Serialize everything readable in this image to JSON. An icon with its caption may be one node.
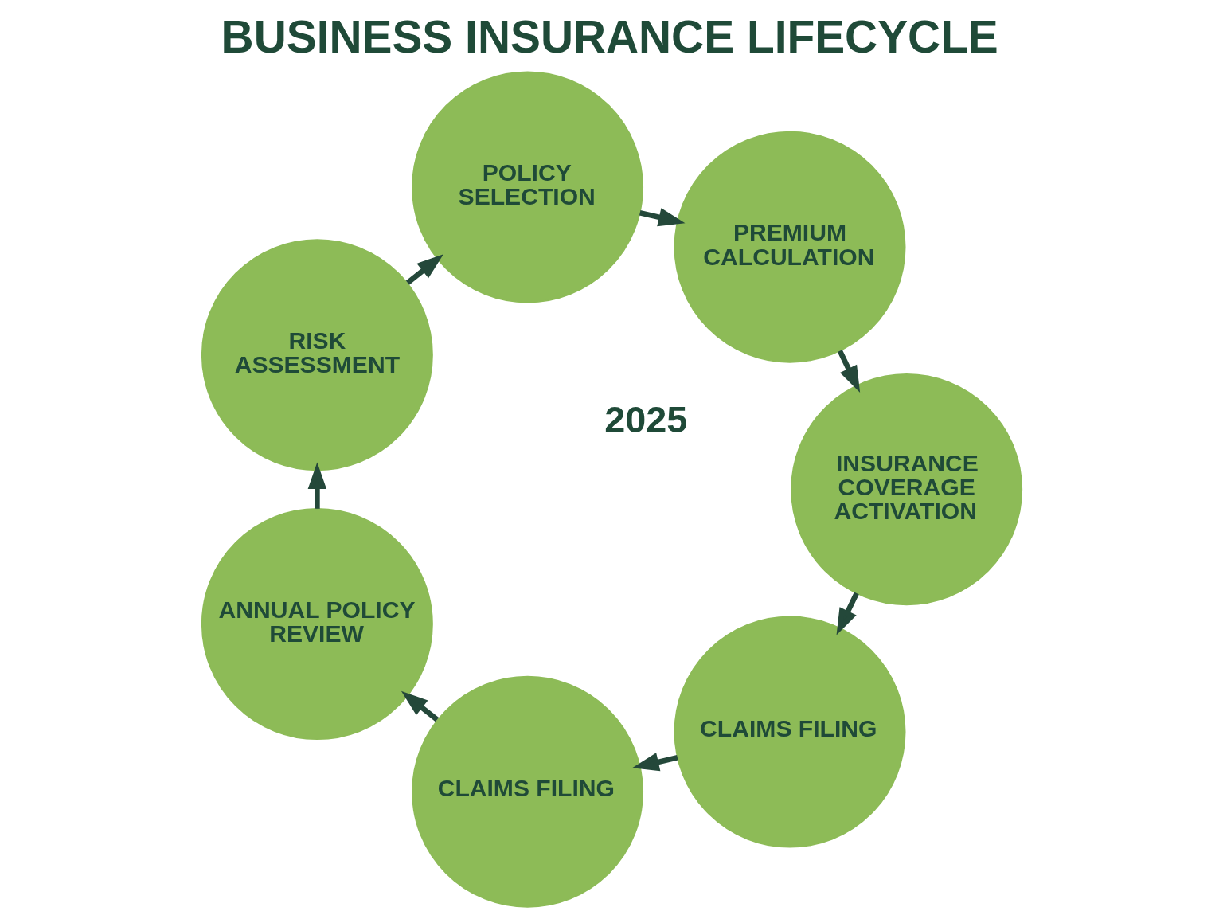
{
  "diagram": {
    "title": "BUSINESS INSURANCE LIFECYCLE",
    "nodes": [
      {
        "text": [
          "POLICY SELECTION"
        ]
      },
      {
        "text": [
          "RISK ASSESSMENT"
        ]
      },
      {
        "text": [
          "PREMIUM CALCULATION"
        ]
      },
      {
        "text": [
          "ANNUAL POLICY REVIEW"
        ]
      },
      {
        "text": [
          "CLAIMS FILING"
        ]
      },
      {
        "text": [
          "CLAIMS FILING"
        ]
      },
      {
        "text": [
          "INSURANCE",
          "COVERAGE ACTIVATION"
        ]
      }
    ],
    "edges": [
      {
        "from": 1,
        "to": 0,
        "arrow": "to"
      },
      {
        "from": 0,
        "to": 2,
        "arrow": "to"
      },
      {
        "from": 2,
        "to": 6,
        "arrow": "to"
      },
      {
        "from": 6,
        "to": 5,
        "arrow": "to"
      },
      {
        "from": 5,
        "to": 4,
        "arrow": "to"
      },
      {
        "from": 4,
        "to": 3,
        "arrow": "to"
      },
      {
        "from": 3,
        "to": 1,
        "arrow": "to"
      }
    ],
    "labels": [
      "2025"
    ]
  }
}
